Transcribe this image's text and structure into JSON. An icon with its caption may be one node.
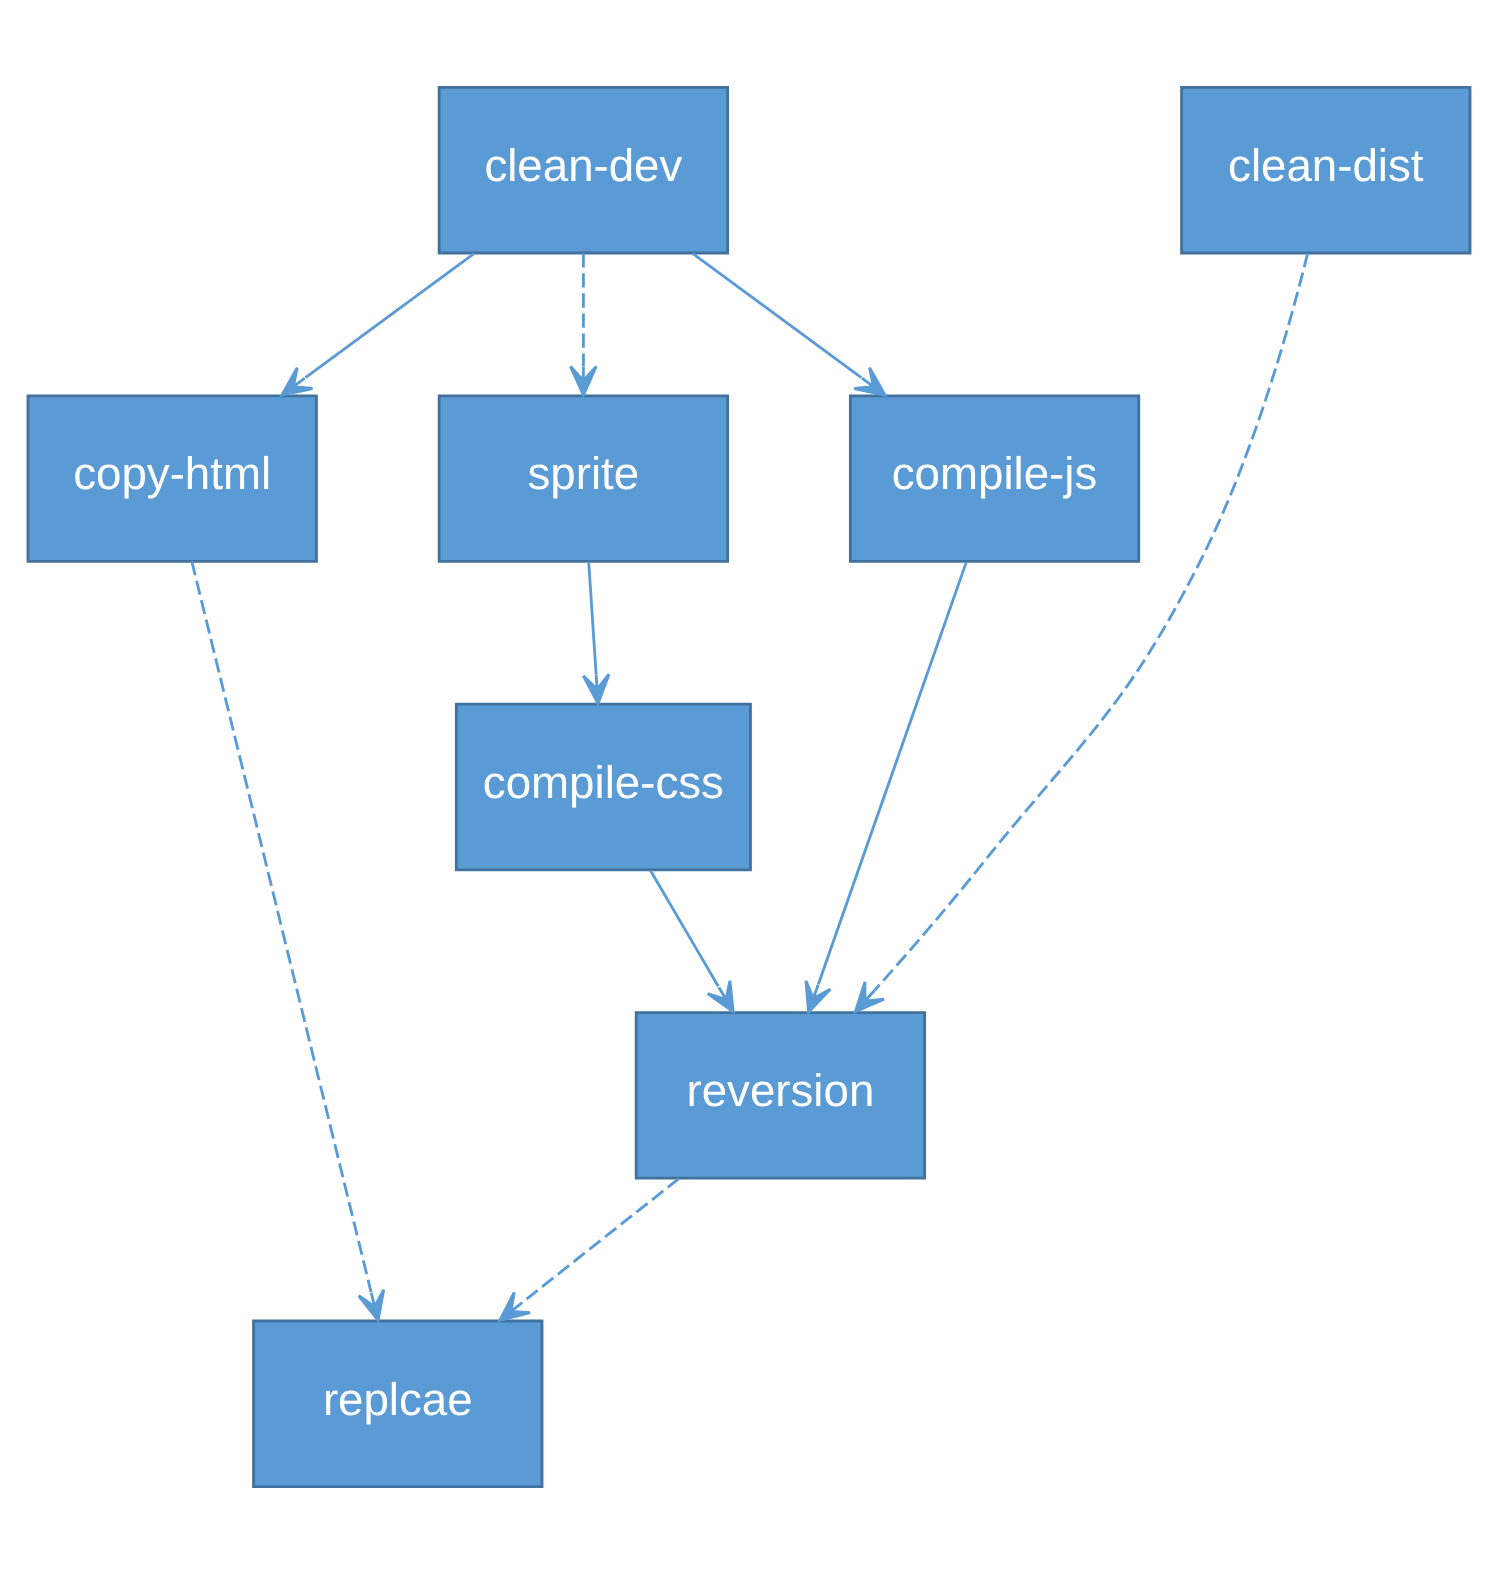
{
  "diagram": {
    "nodes": [
      {
        "text": [
          "clean-dev"
        ]
      },
      {
        "text": [
          "clean-dist"
        ]
      },
      {
        "text": [
          "sprite"
        ]
      },
      {
        "text": [
          "compile-js"
        ]
      },
      {
        "text": [
          "copy-html"
        ]
      },
      {
        "text": [
          "compile-css"
        ]
      },
      {
        "text": [
          "reversion"
        ]
      },
      {
        "text": [
          "replcae"
        ]
      }
    ],
    "edges": [
      {
        "from": 0,
        "to": 2,
        "arrow": "to",
        "style": "dashed"
      },
      {
        "from": 0,
        "to": 3,
        "arrow": "to"
      },
      {
        "from": 0,
        "to": 4,
        "arrow": "to"
      },
      {
        "from": 1,
        "to": 6,
        "arrow": "to",
        "style": "dashed"
      },
      {
        "from": 2,
        "to": 5,
        "arrow": "to"
      },
      {
        "from": 3,
        "to": 6,
        "arrow": "to"
      },
      {
        "from": 5,
        "to": 6,
        "arrow": "to"
      },
      {
        "from": 4,
        "to": 7,
        "arrow": "to",
        "style": "dashed"
      },
      {
        "from": 6,
        "to": 7,
        "arrow": "to",
        "style": "dashed"
      }
    ]
  }
}
